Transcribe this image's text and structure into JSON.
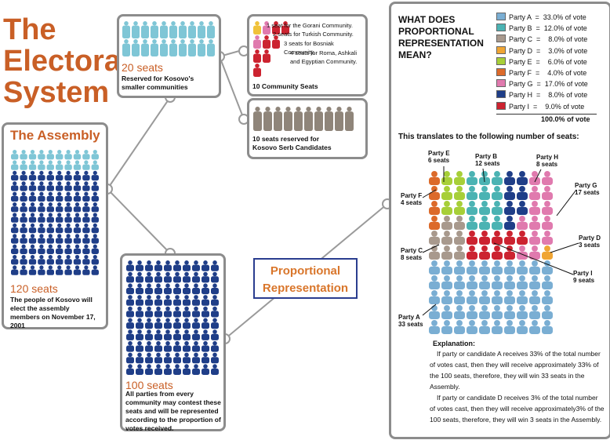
{
  "title_lines": [
    "The",
    "Electoral",
    "System"
  ],
  "assembly": {
    "heading": "The Assembly",
    "seats": "120 seats",
    "caption": "The people of Kosovo will elect the assembly members on November 17, 2001"
  },
  "reserved": {
    "seats": "20 seats",
    "caption": "Reserved for Kosovo's smaller communities"
  },
  "community": {
    "lines": [
      "1 seat for the Gorani Community.",
      "2 seats for Turkish Community.",
      "3 seats for Bosniak Community.",
      "4 seats for Roma, Ashkali",
      "and Egyptian Community."
    ],
    "caption": "10 Community Seats"
  },
  "serb": {
    "caption_1": "10 seats reserved for",
    "caption_2": "Kosovo Serb Candidates"
  },
  "open": {
    "seats": "100 seats",
    "caption": "All parties from every community may contest these seats and will be represented according to the proportion of votes received."
  },
  "pr_label": {
    "line1": "Proportional",
    "line2": "Representation"
  },
  "question": {
    "line1": "WHAT DOES",
    "line2": "PROPORTIONAL",
    "line3": "REPRESENTATION",
    "line4": "MEAN?"
  },
  "legend": [
    {
      "text": "Party A  =  33.0% of vote",
      "color": "#7aaed3"
    },
    {
      "text": "Party B  =  12.0% of vote",
      "color": "#4bb3b3"
    },
    {
      "text": "Party C  =    8.0% of vote",
      "color": "#a8998d"
    },
    {
      "text": "Party D  =    3.0% of vote",
      "color": "#f0a534"
    },
    {
      "text": "Party E  =    6.0% of vote",
      "color": "#a7cf38"
    },
    {
      "text": "Party F  =    4.0% of vote",
      "color": "#dc6a2a"
    },
    {
      "text": "Party G  =  17.0% of vote",
      "color": "#e07aae"
    },
    {
      "text": "Party H  =    8.0% of vote",
      "color": "#1f3e88"
    },
    {
      "text": "Party I  =    9.0% of vote",
      "color": "#cc2330"
    }
  ],
  "legend_total": "100.0% of vote",
  "translates": "This translates to the following number of seats:",
  "party_labels": {
    "e": [
      "Party E",
      "6 seats"
    ],
    "b": [
      "Party B",
      "12 seats"
    ],
    "h": [
      "Party H",
      "8 seats"
    ],
    "f": [
      "Party F",
      "4 seats"
    ],
    "g": [
      "Party G",
      "17 seats"
    ],
    "c": [
      "Party C",
      "8 seats"
    ],
    "d": [
      "Party D",
      "3 seats"
    ],
    "i": [
      "Party I",
      "9 seats"
    ],
    "a": [
      "Party A",
      "33 seats"
    ]
  },
  "explanation": {
    "heading": "Explanation:",
    "lines": [
      "If party or candidate A receives 33% of the total number",
      "of votes cast, then they will receive approximately 33% of",
      "the 100 seats, therefore, they will win 33 seats in the",
      "Assembly.",
      "If party or candidate D receives 3% of the total number",
      "of votes cast, then they will receive approximately3% of the",
      "100 seats, therefore, they will win 3 seats in the Assembly."
    ]
  },
  "colors": {
    "accent": "#c95f26",
    "navy": "#1f3e88",
    "light_blue": "#7fc6d6",
    "serb_gray": "#8f857a",
    "border": "#8c8c8c"
  }
}
